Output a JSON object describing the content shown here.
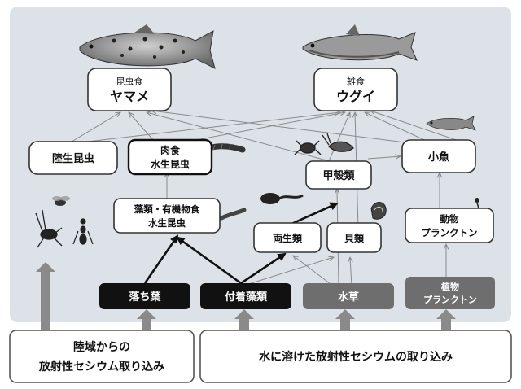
{
  "nodes": {
    "yamame": {
      "line1": "昆虫食",
      "line2": "ヤマメ"
    },
    "ugui": {
      "line1": "雑食",
      "line2": "ウグイ"
    },
    "land_insects": {
      "label": "陸生昆虫"
    },
    "carnivorous_aquatic_insects": {
      "line1": "肉食",
      "line2": "水生昆虫"
    },
    "small_fish": {
      "label": "小魚"
    },
    "crustaceans": {
      "label": "甲殻類"
    },
    "algae_organic_aquatic_insects": {
      "line1": "藻類・有機物食",
      "line2": "水生昆虫"
    },
    "amphibians": {
      "label": "両生類"
    },
    "shellfish": {
      "label": "貝類"
    },
    "zooplankton": {
      "line1": "動物",
      "line2": "プランクトン"
    }
  },
  "sources": {
    "fallen_leaves": {
      "label": "落ち葉"
    },
    "attached_algae": {
      "label": "付着藻類"
    },
    "aquatic_plants": {
      "label": "水草"
    },
    "phytoplankton": {
      "line1": "植物",
      "line2": "プランクトン"
    }
  },
  "inputs": {
    "terrestrial": {
      "line1": "陸域からの",
      "line2": "放射性セシウム取り込み"
    },
    "aquatic": {
      "label": "水に溶けた放射性セシウムの取り込み"
    }
  },
  "icons": [
    "trout-icon",
    "dace-icon",
    "minnow-icon",
    "crab-icon",
    "shrimp-icon",
    "larva-icon",
    "tadpole-icon",
    "snail-icon",
    "fly-icon",
    "cricket-icon",
    "ant-icon",
    "copepod-icon"
  ],
  "colors": {
    "panel": "#dde2e8",
    "source_black": "#111111",
    "source_gray": "#6e6e6e",
    "arrow_gray": "#7a7a7a",
    "node_border": "#333333"
  }
}
